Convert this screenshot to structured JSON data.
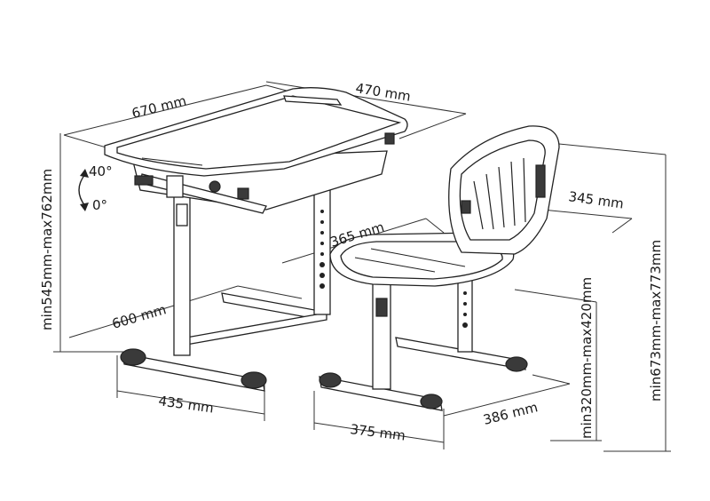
{
  "diagram": {
    "desk_width": "670 mm",
    "desk_depth": "470 mm",
    "tilt_max": "40°",
    "tilt_min": "0°",
    "desk_height_range": "min545mm-max762mm",
    "desk_base_depth": "600 mm",
    "desk_base_width": "435 mm",
    "seat_width": "365 mm",
    "seat_depth": "345 mm",
    "seat_height_range": "min320mm-max420mm",
    "chair_height_range": "min673mm-max773mm",
    "chair_base_width": "375 mm",
    "chair_base_depth": "386 mm"
  }
}
